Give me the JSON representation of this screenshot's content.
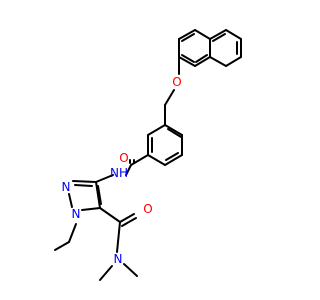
{
  "molecule": {
    "atoms": {
      "O_ether": {
        "text": "O",
        "color": "#ff0000"
      },
      "O_amide1": {
        "text": "O",
        "color": "#ff0000"
      },
      "NH_amide": {
        "text": "NH",
        "color": "#0000ff"
      },
      "N_ring2": {
        "text": "N",
        "color": "#0000ff"
      },
      "N_ring1": {
        "text": "N",
        "color": "#0000ff"
      },
      "O_amide2": {
        "text": "O",
        "color": "#ff0000"
      },
      "N_amide2": {
        "text": "N",
        "color": "#0000ff"
      }
    }
  }
}
